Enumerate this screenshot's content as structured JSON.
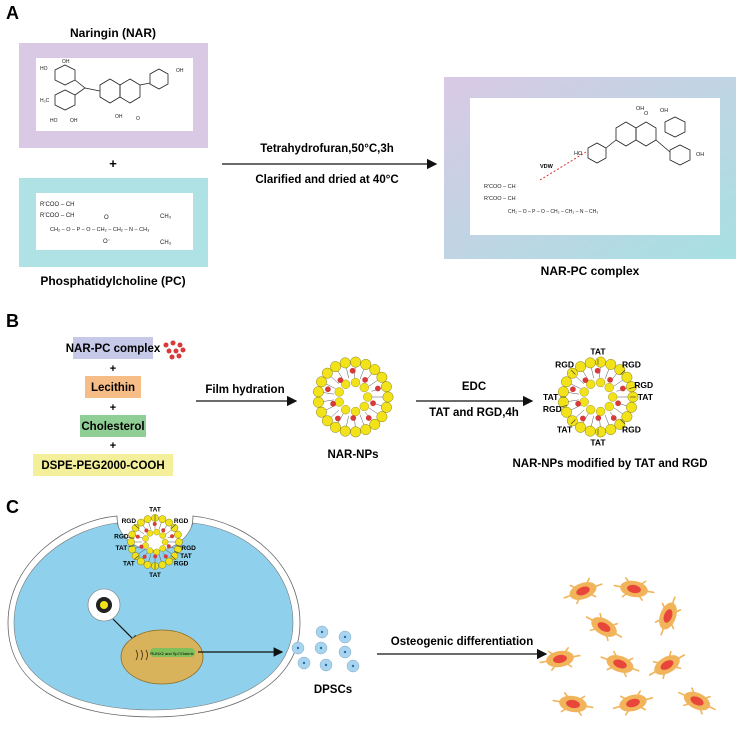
{
  "panels": {
    "a": {
      "letter": "A",
      "naringin_title": "Naringin (NAR)",
      "plus": "+",
      "pc_title": "Phosphatidylcholine (PC)",
      "conditions_1": "Tetrahydrofuran,50°C,3h",
      "conditions_2": "Clarified and dried at 40°C",
      "complex_label": "NAR-PC complex",
      "vdw_label": "VDW",
      "pc_chem": {
        "line1": "R'COO – CH",
        "line1_sub": "2",
        "line2": "R'COO – CH",
        "line3": "CH₂ – O – P – O – CH₂ – CH₂ – N – CH₃",
        "ch3_top": "CH₃",
        "ch3_bot": "CH₃",
        "oxo": "O",
        "ominus": "O⁻",
        "plus_n": "+"
      },
      "nar_chem": {
        "ho": "HO",
        "oh": "OH",
        "o": "O",
        "h3c": "H₃C"
      }
    },
    "b": {
      "letter": "B",
      "boxes": [
        {
          "label": "NAR-PC complex",
          "color": "#c7c9e8"
        },
        {
          "label": "Lecithin",
          "color": "#f7bd86"
        },
        {
          "label": "Cholesterol",
          "color": "#8fcf95"
        },
        {
          "label": "DSPE-PEG2000-COOH",
          "color": "#f4ef9a"
        }
      ],
      "plus": "+",
      "step1": "Film hydration",
      "step2_top": "EDC",
      "step2_bot": "TAT and RGD,4h",
      "np_label": "NAR-NPs",
      "mod_label": "NAR-NPs modified by TAT and RGD",
      "ligand_tat": "TAT",
      "ligand_rgd": "RGD"
    },
    "c": {
      "letter": "C",
      "ligand_tat": "TAT",
      "ligand_rgd": "RGD",
      "nucleus_text": "RUNX2 and Sp7/Osterix",
      "cells_label": "DPSCs",
      "process_label": "Osteogenic differentiation"
    }
  },
  "colors": {
    "lipid_head": "#f2e21a",
    "drug": "#d63a3a",
    "cytoplasm": "#8fd1ec",
    "nucleus": "#d9b25c",
    "stem_cell": "#a9d4ef",
    "osteoblast": "#f1b45a",
    "osteoblast_nucleus": "#e8463a",
    "nar_frame": "#d9c9e4",
    "pc_frame": "#aee2e5"
  }
}
